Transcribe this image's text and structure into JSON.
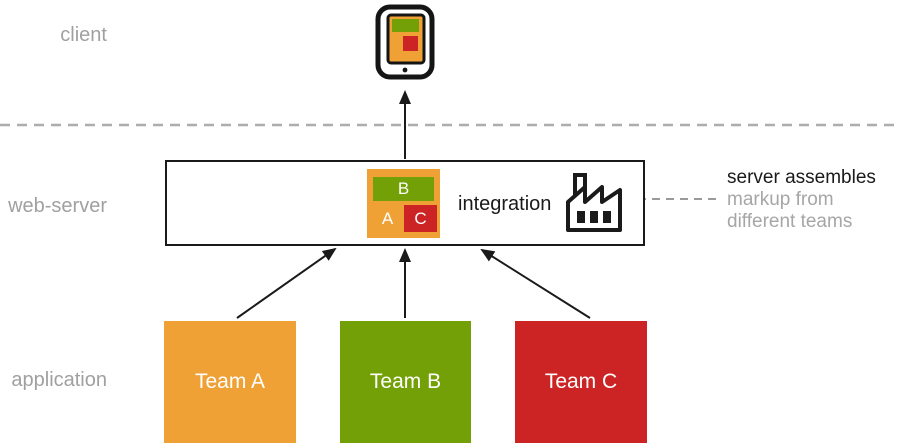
{
  "diagram": {
    "title_context": "server-side integration of markup from multiple teams",
    "layers": {
      "client": "client",
      "web_server": "web-server",
      "application": "application"
    },
    "client": {
      "device_icon": "tablet-device-icon",
      "screen_fragments": [
        {
          "label": "",
          "color": "#74A007"
        },
        {
          "label": "",
          "color": "#CC2424"
        }
      ]
    },
    "web_server": {
      "integration_label": "integration",
      "factory_icon": "factory-icon",
      "assembled_block": {
        "background": "#EFA135",
        "fragments": [
          {
            "label": "B",
            "color": "#74A007"
          },
          {
            "label": "A",
            "color": "#EFA135"
          },
          {
            "label": "C",
            "color": "#CC2424"
          }
        ]
      }
    },
    "annotation": {
      "line1": "server assembles",
      "line2": "markup from",
      "line3": "different teams"
    },
    "teams": [
      {
        "label": "Team A",
        "color": "#EFA135"
      },
      {
        "label": "Team B",
        "color": "#74A007"
      },
      {
        "label": "Team C",
        "color": "#CC2424"
      }
    ],
    "colors": {
      "orange": "#EFA135",
      "green": "#74A007",
      "red": "#CC2424",
      "gray_text": "#a0a0a0",
      "outline_black": "#1a1a1a",
      "dash_gray": "#adadad"
    }
  }
}
